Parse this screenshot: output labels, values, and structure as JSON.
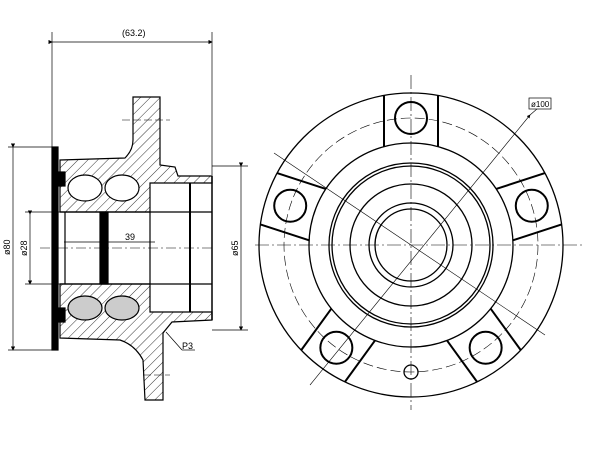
{
  "drawing": {
    "title": "Wheel hub bearing assembly drawing",
    "side_view": {
      "overall_length": "(63.2)",
      "flange_diameter": "ø80",
      "bore_diameter": "ø28",
      "bearing_width": "39",
      "spigot_diameter": "ø65",
      "fillet_radius": "P3"
    },
    "front_view": {
      "bolt_circle_diameter": "ø100"
    }
  },
  "colors": {
    "line": "#000000",
    "background": "#ffffff"
  }
}
